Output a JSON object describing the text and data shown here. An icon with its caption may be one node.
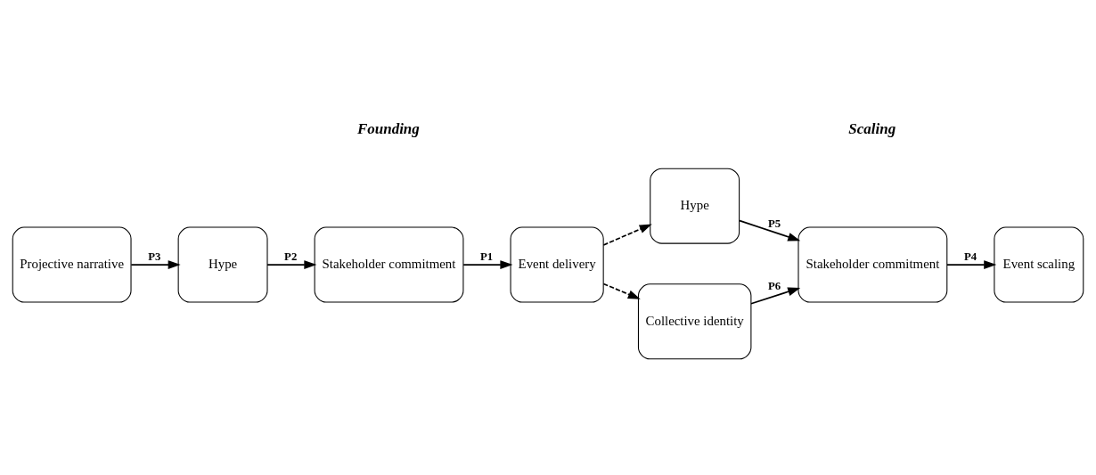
{
  "diagram": {
    "nodes": [
      {
        "text": [
          "Projective narrative"
        ]
      },
      {
        "text": [
          "Hype"
        ]
      },
      {
        "text": [
          "Stakeholder commitment"
        ]
      },
      {
        "text": [
          "Event delivery"
        ]
      },
      {
        "text": [
          "Hype"
        ]
      },
      {
        "text": [
          "Collective identity"
        ]
      },
      {
        "text": [
          "Stakeholder commitment"
        ]
      },
      {
        "text": [
          "Event scaling"
        ]
      }
    ],
    "edges": [
      {
        "from": 0,
        "to": 1,
        "arrow": "to",
        "label": "P3"
      },
      {
        "from": 1,
        "to": 2,
        "arrow": "to",
        "label": "P2"
      },
      {
        "from": 2,
        "to": 3,
        "arrow": "to",
        "label": "P1"
      },
      {
        "from": 3,
        "to": 4,
        "arrow": "to",
        "style": "dashed"
      },
      {
        "from": 3,
        "to": 5,
        "arrow": "to",
        "style": "dashed"
      },
      {
        "from": 4,
        "to": 6,
        "arrow": "to",
        "label": "P5"
      },
      {
        "from": 5,
        "to": 6,
        "arrow": "to",
        "label": "P6"
      },
      {
        "from": 6,
        "to": 7,
        "arrow": "to",
        "label": "P4"
      }
    ],
    "labels": [
      "Founding",
      "Scaling"
    ]
  }
}
